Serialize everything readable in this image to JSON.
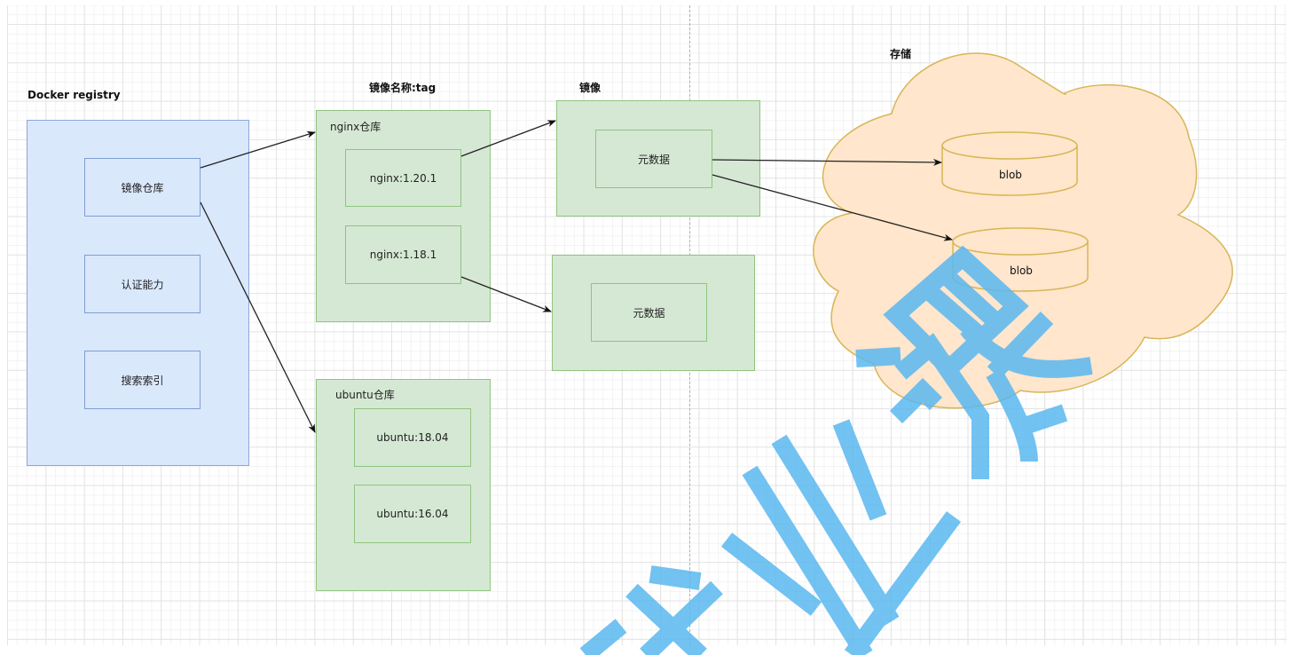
{
  "labels": {
    "docker_registry": "Docker registry",
    "image_name_tag": "镜像名称:tag",
    "image": "镜像",
    "storage": "存储"
  },
  "registry": {
    "items": [
      "镜像仓库",
      "认证能力",
      "搜索索引"
    ]
  },
  "repos": [
    {
      "title": "nginx仓库",
      "tags": [
        "nginx:1.20.1",
        "nginx:1.18.1"
      ]
    },
    {
      "title": "ubuntu仓库",
      "tags": [
        "ubuntu:18.04",
        "ubuntu:16.04"
      ]
    }
  ],
  "images": [
    {
      "metadata": "元数据"
    },
    {
      "metadata": "元数据"
    }
  ],
  "storage": {
    "blobs": [
      "blob",
      "blob"
    ]
  },
  "colors": {
    "registry_fill": "#dae8fc",
    "registry_stroke": "#6c8ebf",
    "repo_fill": "#d5e8d4",
    "repo_stroke": "#82b366",
    "cloud_fill": "#ffe6cc",
    "cloud_stroke": "#d6b656",
    "watermark": "#5ab8f0"
  },
  "watermark": {
    "text": "就业课"
  }
}
